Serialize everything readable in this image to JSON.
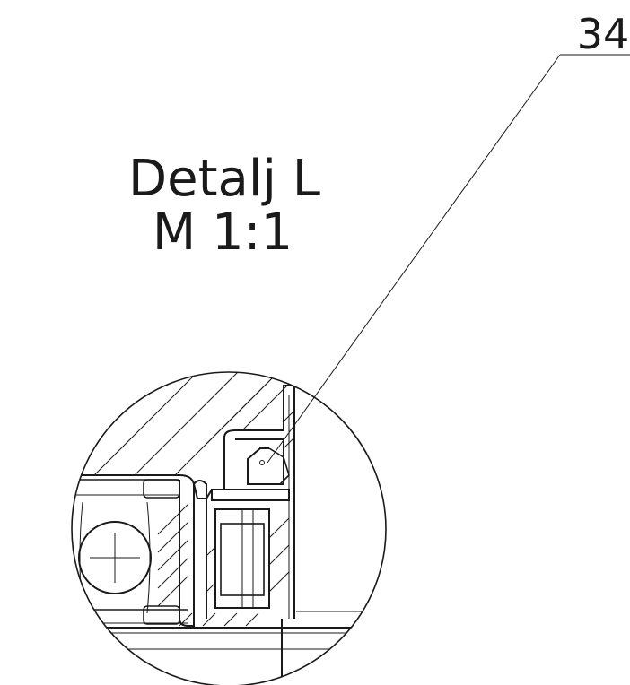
{
  "detail": {
    "title": "Detalj L",
    "scale": "M 1:1"
  },
  "balloon": {
    "number": "34"
  }
}
